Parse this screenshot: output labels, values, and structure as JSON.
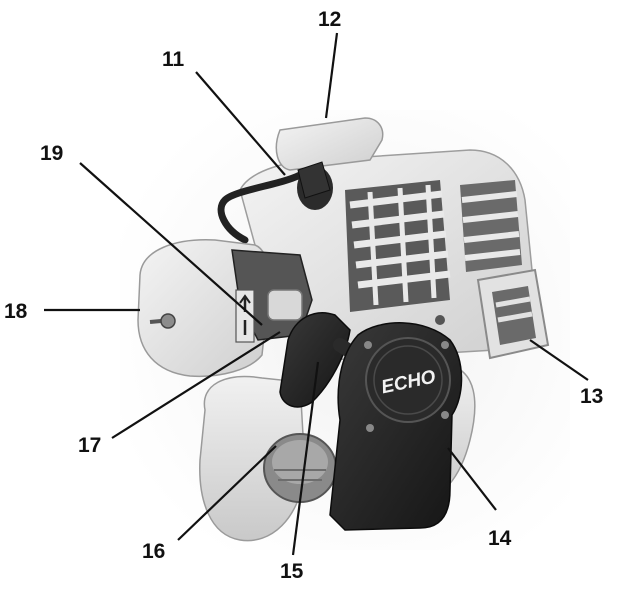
{
  "brand_label": "ECHO",
  "callouts": [
    {
      "id": "11",
      "label": "11"
    },
    {
      "id": "12",
      "label": "12"
    },
    {
      "id": "13",
      "label": "13"
    },
    {
      "id": "14",
      "label": "14"
    },
    {
      "id": "15",
      "label": "15"
    },
    {
      "id": "16",
      "label": "16"
    },
    {
      "id": "17",
      "label": "17"
    },
    {
      "id": "18",
      "label": "18"
    },
    {
      "id": "19",
      "label": "19"
    }
  ]
}
